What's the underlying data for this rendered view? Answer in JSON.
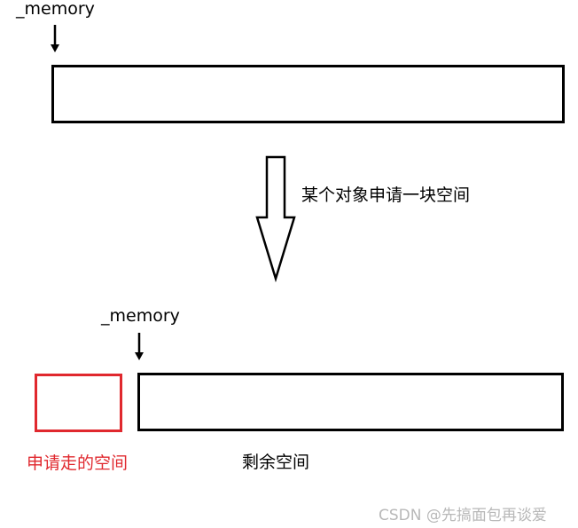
{
  "top": {
    "pointer_label": "_memory"
  },
  "transition": {
    "caption": "某个对象申请一块空间"
  },
  "bottom": {
    "pointer_label": "_memory",
    "allocated_label": "申请走的空间",
    "remaining_label": "剩余空间"
  },
  "colors": {
    "allocated": "#e0282e",
    "outline": "#000000",
    "watermark": "#b8b8b8"
  },
  "watermark": "CSDN @先搞面包再谈爱"
}
